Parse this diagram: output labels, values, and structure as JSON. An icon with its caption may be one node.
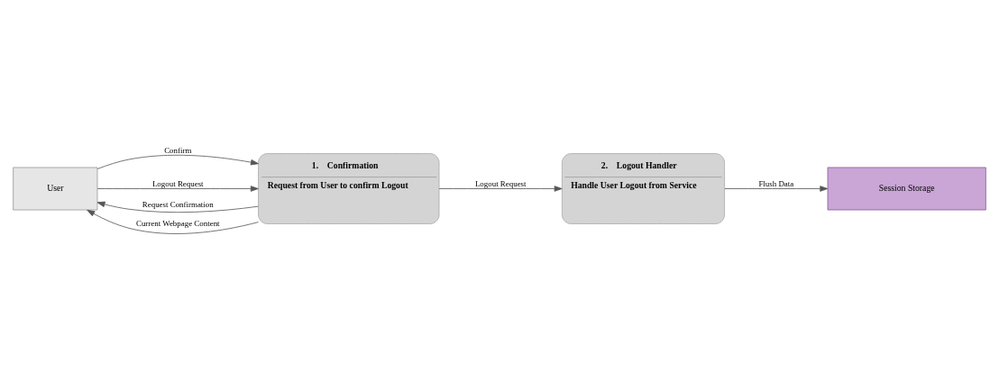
{
  "diagram": {
    "nodes": [
      {
        "text": [
          "User"
        ]
      },
      {
        "text": [
          "1.    Confirmation",
          "Request from User to confirm Logout"
        ]
      },
      {
        "text": [
          "2.    Logout Handler",
          "Handle User Logout from Service"
        ]
      },
      {
        "text": [
          "Session Storage"
        ]
      }
    ],
    "edges": [
      {
        "from": 1,
        "to": 0,
        "arrow": "to",
        "label": "Request Confirmation"
      },
      {
        "from": 0,
        "to": 1,
        "arrow": "to",
        "label": "Confirm"
      },
      {
        "from": 0,
        "to": 1,
        "arrow": "to",
        "label": "Logout Request"
      },
      {
        "from": 1,
        "to": 0,
        "arrow": "to",
        "label": "Current Webpage Content"
      },
      {
        "from": 1,
        "to": 2,
        "arrow": "to",
        "label": "Logout Request"
      },
      {
        "from": 2,
        "to": 3,
        "arrow": "to",
        "label": "Flush Data"
      }
    ]
  }
}
